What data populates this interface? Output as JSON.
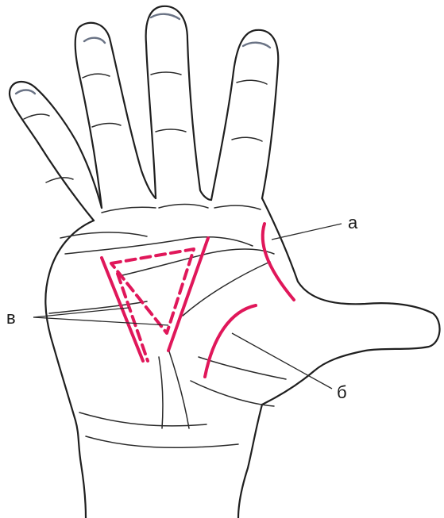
{
  "labels": {
    "a": "а",
    "b": "б",
    "v": "в"
  },
  "colors": {
    "incision": "#e0175a",
    "outline": "#1f1f1f"
  }
}
